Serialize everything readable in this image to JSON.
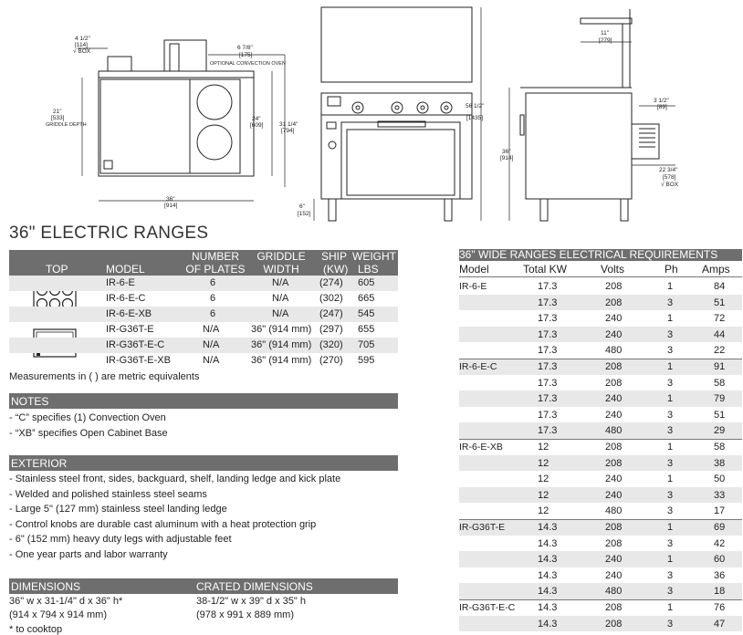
{
  "drawings": {
    "top_view": {
      "dim_box": "4 1/2\"",
      "dim_box_mm": "[114]",
      "dim_box_note": "√ BOX",
      "dim_oven": "6 7/8\"",
      "dim_oven_mm": "[175]",
      "dim_oven_label": "OPTIONAL CONVECTION OVEN",
      "dim_griddle": "21\"",
      "dim_griddle_mm": "[533]",
      "dim_griddle_label": "GRIDDLE DEPTH",
      "dim_inner": "24\"",
      "dim_inner_mm": "[609]",
      "dim_depth": "31 1/4\"",
      "dim_depth_mm": "[794]",
      "dim_width": "36\"",
      "dim_width_mm": "[914]"
    },
    "front_view": {
      "dim_leg": "6\"",
      "dim_leg_mm": "[152]",
      "dim_height": "56 1/2\"",
      "dim_height_mm": "[1435]"
    },
    "side_view": {
      "dim_shelf": "11\"",
      "dim_shelf_mm": "[279]",
      "dim_back": "3 1/2\"",
      "dim_back_mm": "[89]",
      "dim_total": "36\"",
      "dim_total_mm": "[914]",
      "dim_box": "22 3/4\"",
      "dim_box_mm": "[578]",
      "dim_box_note": "√ BOX"
    }
  },
  "title": "36\" ELECTRIC RANGES",
  "spec_table": {
    "headers": {
      "top": "TOP",
      "model": "MODEL",
      "plates_1": "NUMBER",
      "plates_2": "OF PLATES",
      "griddle_1": "GRIDDLE",
      "griddle_2": "WIDTH",
      "ship_1": "SHIP",
      "ship_2": "(KW)",
      "weight_1": "WEIGHT",
      "weight_2": "LBS"
    },
    "rows": [
      {
        "model": "IR-6-E",
        "plates": "6",
        "griddle": "N/A",
        "ship": "(274)",
        "lbs": "605"
      },
      {
        "model": "IR-6-E-C",
        "plates": "6",
        "griddle": "N/A",
        "ship": "(302)",
        "lbs": "665"
      },
      {
        "model": "IR-6-E-XB",
        "plates": "6",
        "griddle": "N/A",
        "ship": "(247)",
        "lbs": "545"
      },
      {
        "model": "IR-G36T-E",
        "plates": "N/A",
        "griddle": "36\" (914 mm)",
        "ship": "(297)",
        "lbs": "655"
      },
      {
        "model": "IR-G36T-E-C",
        "plates": "N/A",
        "griddle": "36\" (914 mm)",
        "ship": "(320)",
        "lbs": "705"
      },
      {
        "model": "IR-G36T-E-XB",
        "plates": "N/A",
        "griddle": "36\" (914 mm)",
        "ship": "(270)",
        "lbs": "595"
      }
    ],
    "footnote": "Measurements in ( ) are metric equivalents"
  },
  "notes": {
    "heading": "NOTES",
    "items": [
      "- “C” specifies (1) Convection Oven",
      "- “XB” specifies Open Cabinet Base"
    ]
  },
  "exterior": {
    "heading": "EXTERIOR",
    "items": [
      "- Stainless steel front, sides, backguard, shelf, landing ledge and kick plate",
      "- Welded and polished stainless steel seams",
      "- Large 5\" (127 mm) stainless steel landing ledge",
      "- Control knobs are durable cast aluminum with a heat protection grip",
      "- 6\" (152 mm) heavy duty legs with adjustable feet",
      "- One year parts and labor warranty"
    ]
  },
  "dimensions": {
    "heading": "DIMENSIONS",
    "line1": "36\" w x 31-1/4\" d x 36\" h*",
    "line2": "(914 x 794 x 914 mm)",
    "footnote": "* to cooktop"
  },
  "crated": {
    "heading": "CRATED DIMENSIONS",
    "line1": "38-1/2\" w x 39\" d x 35\" h",
    "line2": "(978 x 991 x 889 mm)"
  },
  "electrical": {
    "heading": "36\" WIDE RANGES ELECTRICAL REQUIREMENTS",
    "columns": {
      "model": "Model",
      "kw": "Total KW",
      "volts": "Volts",
      "ph": "Ph",
      "amps": "Amps"
    },
    "rows": [
      {
        "model": "IR-6-E",
        "kw": "17.3",
        "volts": "208",
        "ph": "1",
        "amps": "84"
      },
      {
        "model": "",
        "kw": "17.3",
        "volts": "208",
        "ph": "3",
        "amps": "51"
      },
      {
        "model": "",
        "kw": "17.3",
        "volts": "240",
        "ph": "1",
        "amps": "72"
      },
      {
        "model": "",
        "kw": "17.3",
        "volts": "240",
        "ph": "3",
        "amps": "44"
      },
      {
        "model": "",
        "kw": "17.3",
        "volts": "480",
        "ph": "3",
        "amps": "22"
      },
      {
        "model": "IR-6-E-C",
        "kw": "17.3",
        "volts": "208",
        "ph": "1",
        "amps": "91"
      },
      {
        "model": "",
        "kw": "17.3",
        "volts": "208",
        "ph": "3",
        "amps": "58"
      },
      {
        "model": "",
        "kw": "17.3",
        "volts": "240",
        "ph": "1",
        "amps": "79"
      },
      {
        "model": "",
        "kw": "17.3",
        "volts": "240",
        "ph": "3",
        "amps": "51"
      },
      {
        "model": "",
        "kw": "17.3",
        "volts": "480",
        "ph": "3",
        "amps": "29"
      },
      {
        "model": "IR-6-E-XB",
        "kw": "12",
        "volts": "208",
        "ph": "1",
        "amps": "58"
      },
      {
        "model": "",
        "kw": "12",
        "volts": "208",
        "ph": "3",
        "amps": "38"
      },
      {
        "model": "",
        "kw": "12",
        "volts": "240",
        "ph": "1",
        "amps": "50"
      },
      {
        "model": "",
        "kw": "12",
        "volts": "240",
        "ph": "3",
        "amps": "33"
      },
      {
        "model": "",
        "kw": "12",
        "volts": "480",
        "ph": "3",
        "amps": "17"
      },
      {
        "model": "IR-G36T-E",
        "kw": "14.3",
        "volts": "208",
        "ph": "1",
        "amps": "69"
      },
      {
        "model": "",
        "kw": "14.3",
        "volts": "208",
        "ph": "3",
        "amps": "42"
      },
      {
        "model": "",
        "kw": "14.3",
        "volts": "240",
        "ph": "1",
        "amps": "60"
      },
      {
        "model": "",
        "kw": "14.3",
        "volts": "240",
        "ph": "3",
        "amps": "36"
      },
      {
        "model": "",
        "kw": "14.3",
        "volts": "480",
        "ph": "3",
        "amps": "18"
      },
      {
        "model": "IR-G36T-E-C",
        "kw": "14.3",
        "volts": "208",
        "ph": "1",
        "amps": "76"
      },
      {
        "model": "",
        "kw": "14.3",
        "volts": "208",
        "ph": "3",
        "amps": "47"
      }
    ]
  }
}
